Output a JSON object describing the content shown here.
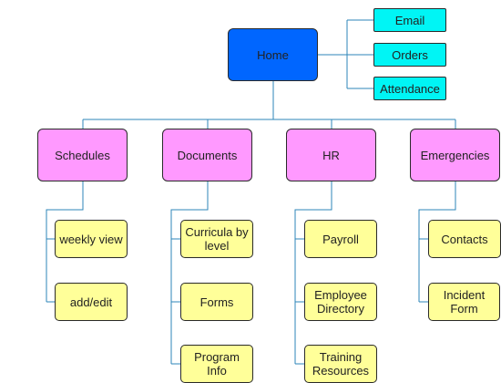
{
  "colors": {
    "home": "#0066ff",
    "top_links": "#00f5f5",
    "sections": "#ff99ff",
    "pages": "#ffff99",
    "connector": "#2e86b8"
  },
  "home": {
    "label": "Home"
  },
  "top_links": [
    {
      "label": "Email"
    },
    {
      "label": "Orders"
    },
    {
      "label": "Attendance"
    }
  ],
  "sections": [
    {
      "label": "Schedules",
      "pages": [
        {
          "label": "weekly view"
        },
        {
          "label": "add/edit"
        }
      ]
    },
    {
      "label": "Documents",
      "pages": [
        {
          "label": "Curricula by level"
        },
        {
          "label": "Forms"
        },
        {
          "label": "Program Info"
        }
      ]
    },
    {
      "label": "HR",
      "pages": [
        {
          "label": "Payroll"
        },
        {
          "label": "Employee Directory"
        },
        {
          "label": "Training Resources"
        }
      ]
    },
    {
      "label": "Emergencies",
      "pages": [
        {
          "label": "Contacts"
        },
        {
          "label": "Incident Form"
        }
      ]
    }
  ]
}
